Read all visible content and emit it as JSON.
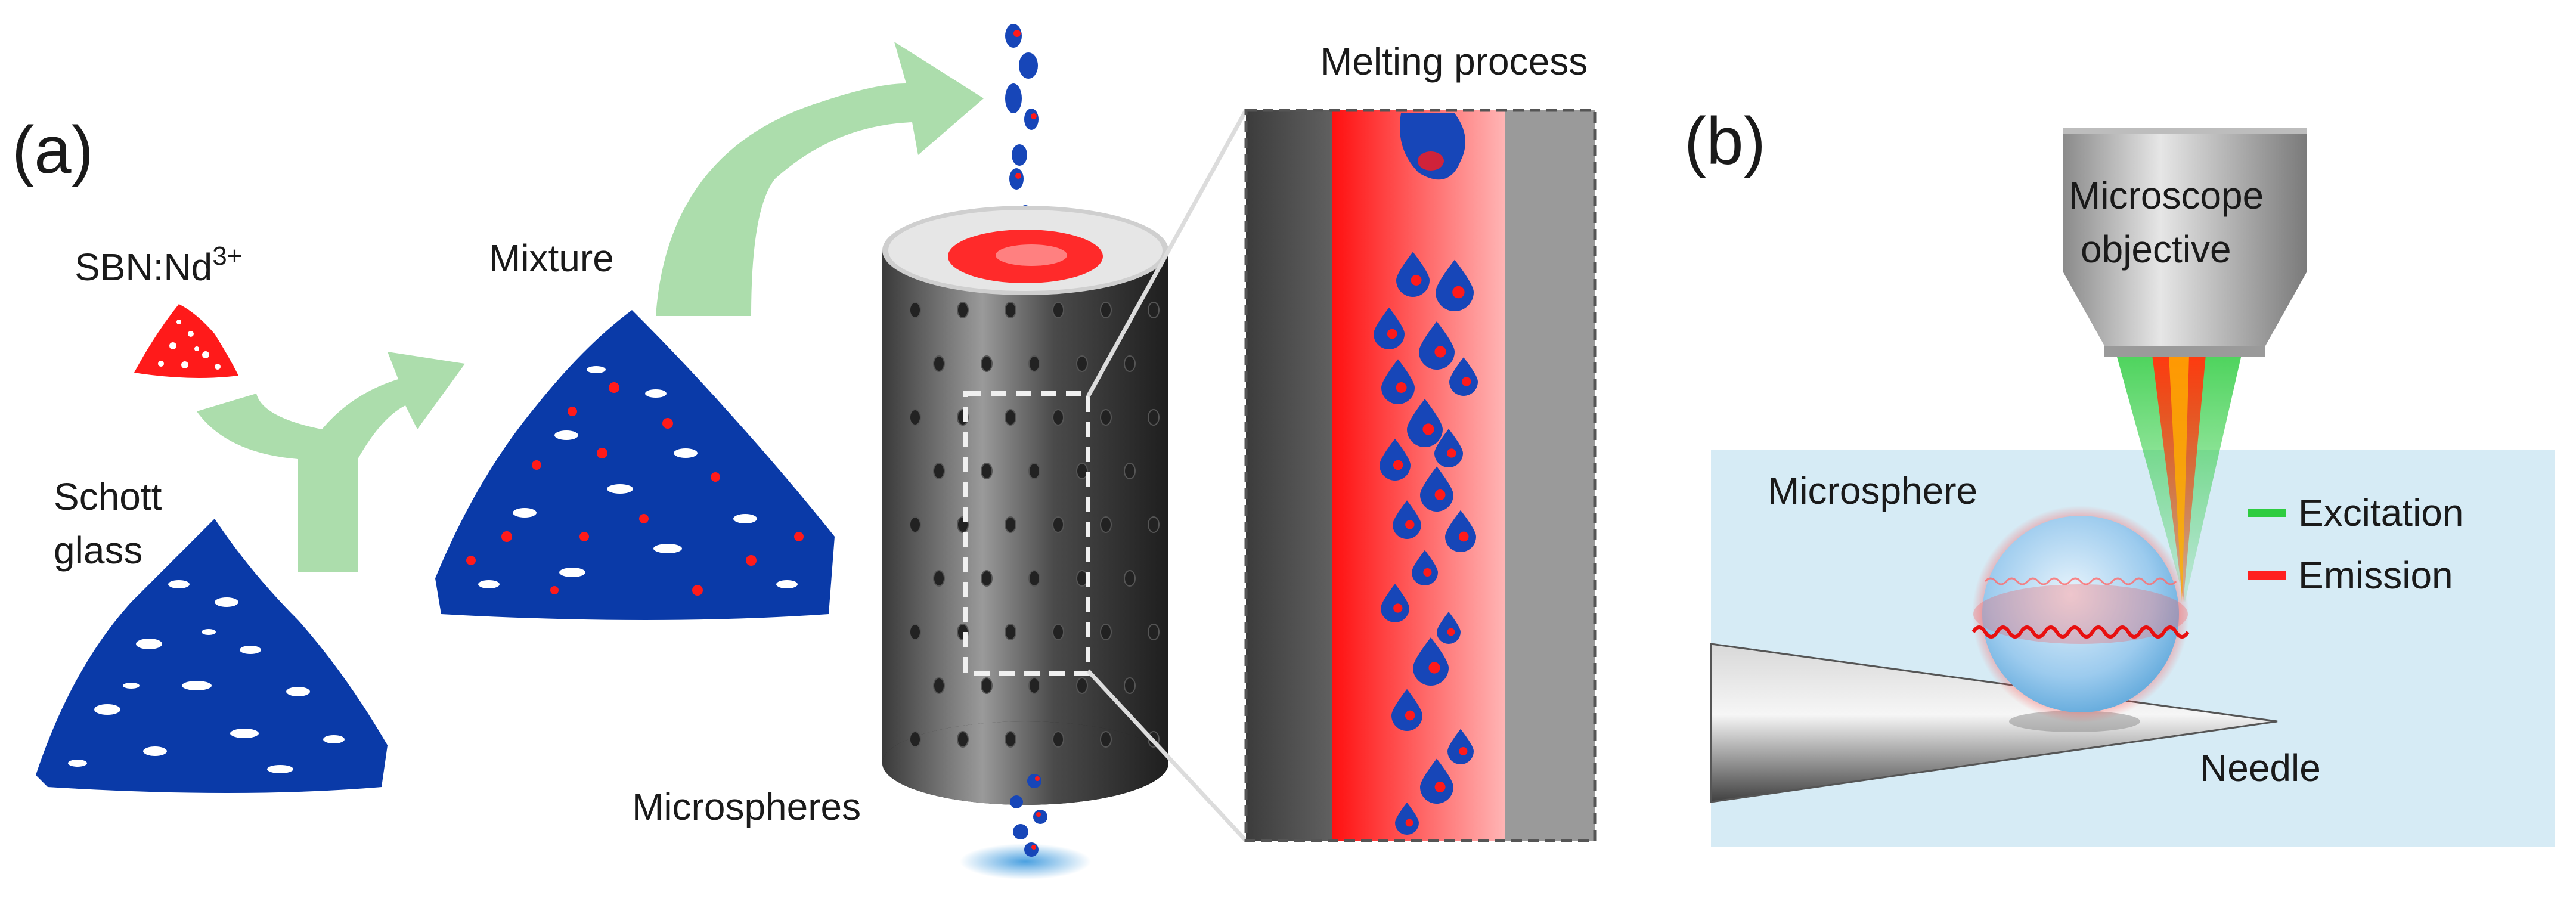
{
  "panel_a": {
    "letter": "(a)",
    "sbn_label": "SBN:Nd",
    "sbn_sup": "3+",
    "schott_label_line1": "Schott",
    "schott_label_line2": "glass",
    "mixture_label": "Mixture",
    "melting_label": "Melting process",
    "microspheres_label": "Microspheres"
  },
  "panel_b": {
    "letter": "(b)",
    "objective_line1": "Microscope",
    "objective_line2": "objective",
    "microsphere_label": "Microsphere",
    "needle_label": "Needle",
    "legend": [
      {
        "label": "Excitation",
        "color": "#2ecc40"
      },
      {
        "label": "Emission",
        "color": "#ff2020"
      }
    ]
  },
  "colors": {
    "glass_blue": "#0a3aa8",
    "sbn_red": "#ff1a1a",
    "arrow_green": "#a8dba8",
    "panel_bg": "#d6ebf5"
  }
}
